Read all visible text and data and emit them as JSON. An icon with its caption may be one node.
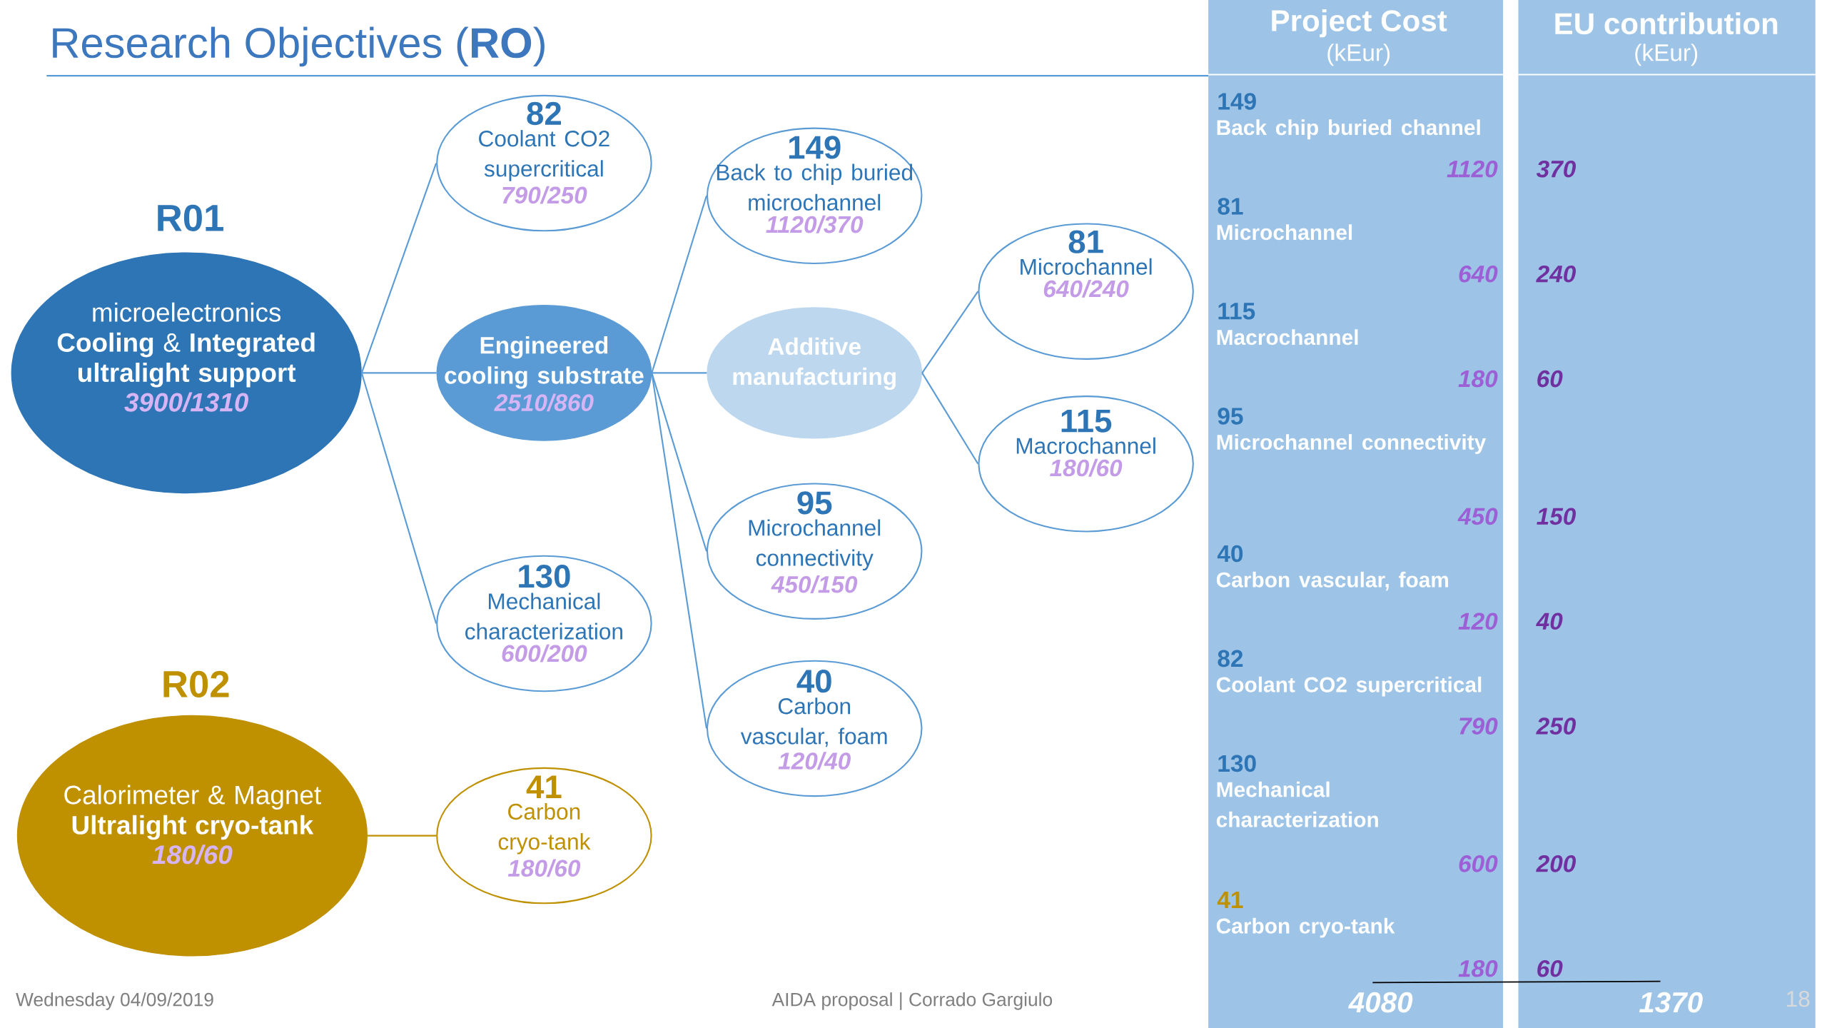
{
  "diagram": {
    "title": "Research Objectives (**RO**)",
    "nodes": [
      {
        "text": [
          "R01",
          "microelectronics **Cooling** & **Integrated ultralight support**",
          "3900/1310"
        ]
      },
      {
        "text": [
          "82",
          "Coolant CO2 supercritical",
          "790/250"
        ]
      },
      {
        "text": [
          "Engineered cooling substrate",
          "2510/860"
        ]
      },
      {
        "text": [
          "130",
          "Mechanical characterization",
          "600/200"
        ]
      },
      {
        "text": [
          "149",
          "Back to chip buried microchannel",
          "1120/370"
        ]
      },
      {
        "text": [
          "Additive manufacturing"
        ]
      },
      {
        "text": [
          "95",
          "Microchannel connectivity",
          "450/150"
        ]
      },
      {
        "text": [
          "40",
          "Carbon vascular, foam",
          "120/40"
        ]
      },
      {
        "text": [
          "81",
          "Microchannel",
          "640/240"
        ]
      },
      {
        "text": [
          "115",
          "Macrochannel",
          "180/60"
        ]
      },
      {
        "text": [
          "R02",
          "Calorimeter & Magnet **Ultralight cryo-tank**",
          "180/60"
        ]
      },
      {
        "text": [
          "41",
          "Carbon cryo-tank",
          "180/60"
        ]
      }
    ],
    "edges": [
      {
        "from": 0,
        "to": 1,
        "arrow": "none"
      },
      {
        "from": 0,
        "to": 2,
        "arrow": "none"
      },
      {
        "from": 0,
        "to": 3,
        "arrow": "none"
      },
      {
        "from": 2,
        "to": 4,
        "arrow": "none"
      },
      {
        "from": 2,
        "to": 5,
        "arrow": "none"
      },
      {
        "from": 2,
        "to": 6,
        "arrow": "none"
      },
      {
        "from": 2,
        "to": 7,
        "arrow": "none"
      },
      {
        "from": 5,
        "to": 8,
        "arrow": "none"
      },
      {
        "from": 5,
        "to": 9,
        "arrow": "none"
      },
      {
        "from": 10,
        "to": 11,
        "arrow": "none",
        "color": "#bf9000"
      }
    ],
    "labels": [
      "Project Cost",
      "(kEur)",
      "EU contribution",
      "(kEur)",
      "149",
      "Back chip buried channel",
      "1120",
      "370",
      "81",
      "Microchannel",
      "640",
      "240",
      "115",
      "Macrochannel",
      "180",
      "60",
      "95",
      "Microchannel connectivity",
      "450",
      "150",
      "40",
      "Carbon vascular, foam",
      "120",
      "40",
      "82",
      "Coolant CO2 supercritical",
      "790",
      "250",
      "130",
      "Mechanical characterization",
      "600",
      "200",
      "41",
      "Carbon cryo-tank",
      "180",
      "60",
      "Wednesday 04/09/2019",
      "AIDA proposal | Corrado Gargiulo",
      "4080",
      "1370",
      "18"
    ]
  }
}
